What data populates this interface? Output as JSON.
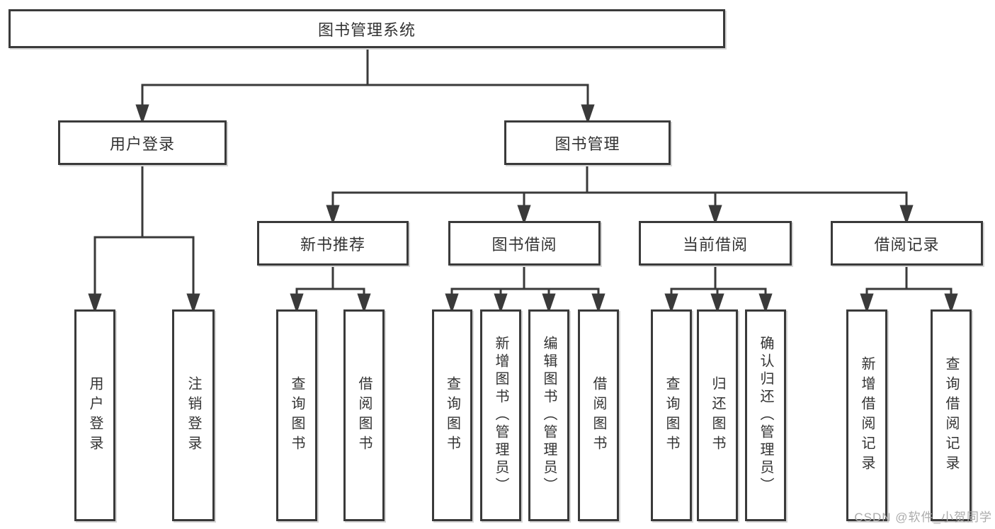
{
  "diagram": {
    "title_node": {
      "label": "图书管理系统"
    },
    "level1": [
      {
        "label": "用户登录"
      },
      {
        "label": "图书管理"
      }
    ],
    "level2": [
      {
        "label": "新书推荐",
        "parent": "图书管理"
      },
      {
        "label": "图书借阅",
        "parent": "图书管理"
      },
      {
        "label": "当前借阅",
        "parent": "图书管理"
      },
      {
        "label": "借阅记录",
        "parent": "图书管理"
      }
    ],
    "leaves": [
      {
        "label": "用户登录",
        "parent": "用户登录"
      },
      {
        "label": "注销登录",
        "parent": "用户登录"
      },
      {
        "label": "查询图书",
        "parent": "新书推荐"
      },
      {
        "label": "借阅图书",
        "parent": "新书推荐"
      },
      {
        "label": "查询图书",
        "parent": "图书借阅"
      },
      {
        "label": "新增图书（管理员）",
        "parent": "图书借阅"
      },
      {
        "label": "编辑图书（管理员）",
        "parent": "图书借阅"
      },
      {
        "label": "借阅图书",
        "parent": "图书借阅"
      },
      {
        "label": "查询图书",
        "parent": "当前借阅"
      },
      {
        "label": "归还图书",
        "parent": "当前借阅"
      },
      {
        "label": "确认归还（管理员）",
        "parent": "当前借阅"
      },
      {
        "label": "新增借阅记录",
        "parent": "借阅记录"
      },
      {
        "label": "查询借阅记录",
        "parent": "借阅记录"
      }
    ],
    "watermark": "CSDN @软件_小贺同学",
    "colors": {
      "line": "#3a3a3a",
      "text": "#333333",
      "watermark": "#ababab",
      "background": "#ffffff"
    }
  }
}
